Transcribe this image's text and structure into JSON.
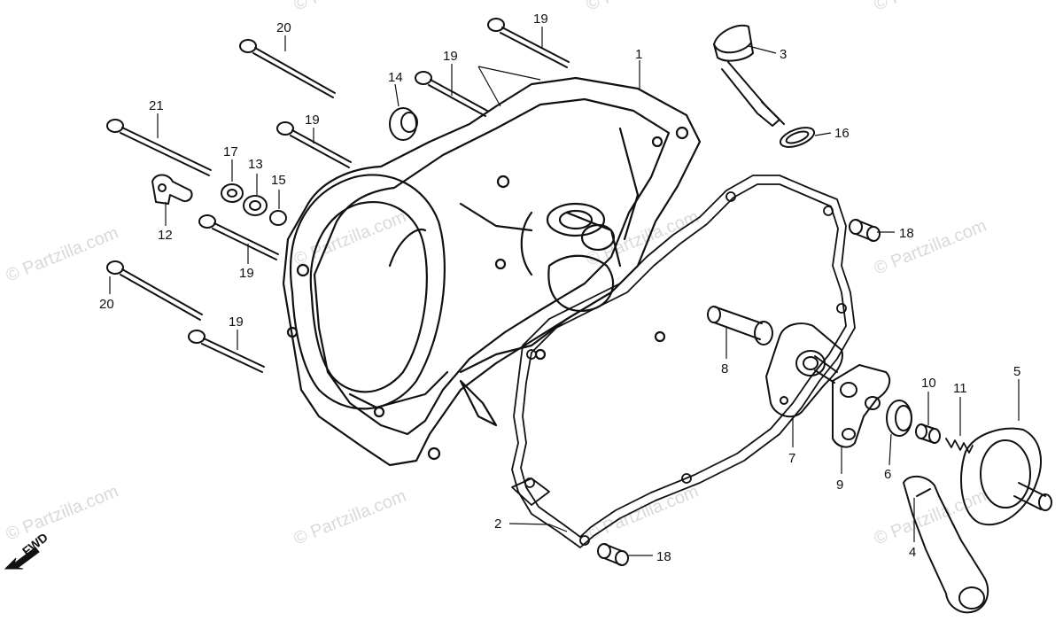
{
  "diagram": {
    "callouts": {
      "c1": "1",
      "c2": "2",
      "c3": "3",
      "c4": "4",
      "c5": "5",
      "c6": "6",
      "c7": "7",
      "c8": "8",
      "c9": "9",
      "c10": "10",
      "c11": "11",
      "c12": "12",
      "c13": "13",
      "c14": "14",
      "c15": "15",
      "c16": "16",
      "c17": "17",
      "c18a": "18",
      "c18b": "18",
      "c19a": "19",
      "c19b": "19",
      "c19c": "19",
      "c19d": "19",
      "c19e": "19",
      "c20a": "20",
      "c20b": "20",
      "c21": "21"
    },
    "watermark": "© Partzilla.com",
    "fwd_label": "FWD"
  }
}
